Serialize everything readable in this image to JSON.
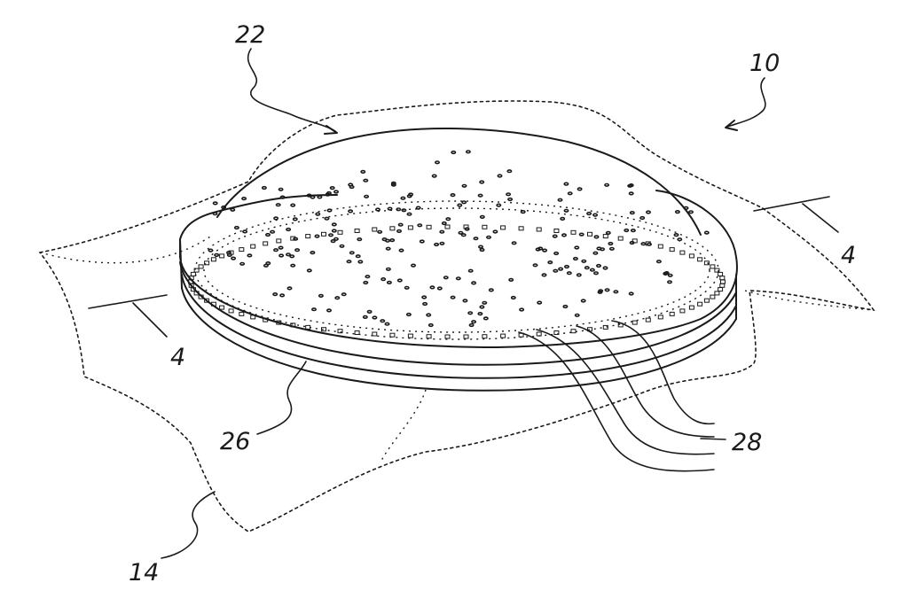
{
  "figure": {
    "labels": {
      "ref_10": "10",
      "ref_22": "22",
      "ref_4_right": "4",
      "ref_4_left": "4",
      "ref_26": "26",
      "ref_28": "28",
      "ref_14": "14"
    },
    "colors": {
      "ink": "#1a1a1a",
      "paper": "#ffffff"
    }
  }
}
